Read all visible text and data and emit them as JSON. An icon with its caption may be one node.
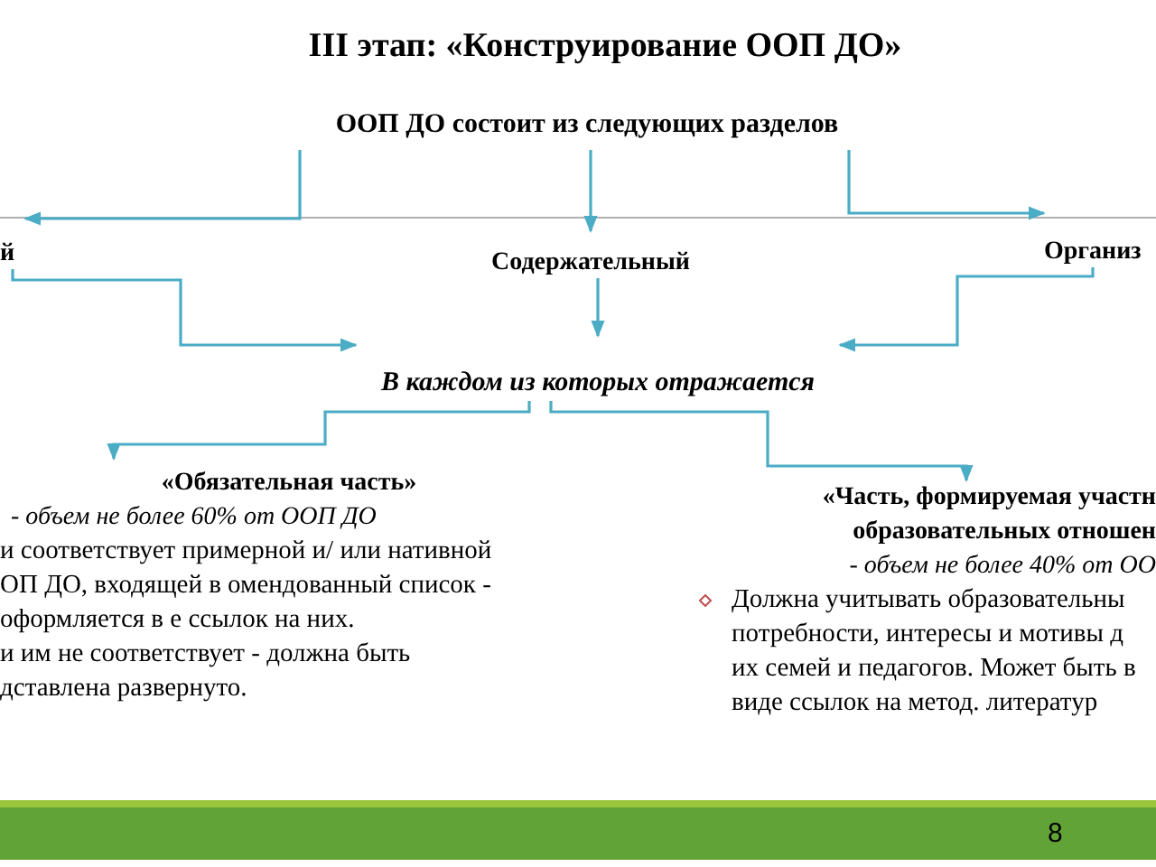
{
  "diagram": {
    "title": "III этап: «Конструирование ООП ДО»",
    "nodes": [
      {
        "text": [
          "ООП ДО состоит из следующих разделов"
        ]
      },
      {
        "text": [
          "й"
        ]
      },
      {
        "text": [
          "Содержательный"
        ]
      },
      {
        "text": [
          "Организ"
        ]
      },
      {
        "text": [
          "В каждом из которых отражается"
        ]
      },
      {
        "text": [
          "«Обязательная часть»",
          "- объем не более 60% от ООП ДО",
          "и соответствует примерной и/ или нативной ОП ДО, входящей в омендованный список - оформляется в е ссылок на них.",
          "и им не соответствует - должна быть дставлена развернуто."
        ]
      },
      {
        "text": [
          "«Часть, формируемая участн образовательных отношен",
          "- объем не более 40% от ОО",
          "Должна учитывать образовательны потребности, интересы и мотивы д их семей и педагогов. Может быть в виде ссылок на метод. литератур"
        ]
      }
    ],
    "edges": [
      {
        "from": 0,
        "to": 1,
        "arrow": "to"
      },
      {
        "from": 0,
        "to": 2,
        "arrow": "to"
      },
      {
        "from": 0,
        "to": 3,
        "arrow": "to"
      },
      {
        "from": 1,
        "to": 4,
        "arrow": "to"
      },
      {
        "from": 2,
        "to": 4,
        "arrow": "to"
      },
      {
        "from": 3,
        "to": 4,
        "arrow": "to"
      },
      {
        "from": 4,
        "to": 5,
        "arrow": "to"
      },
      {
        "from": 4,
        "to": 6,
        "arrow": "to"
      }
    ],
    "labels": [
      "8"
    ]
  }
}
